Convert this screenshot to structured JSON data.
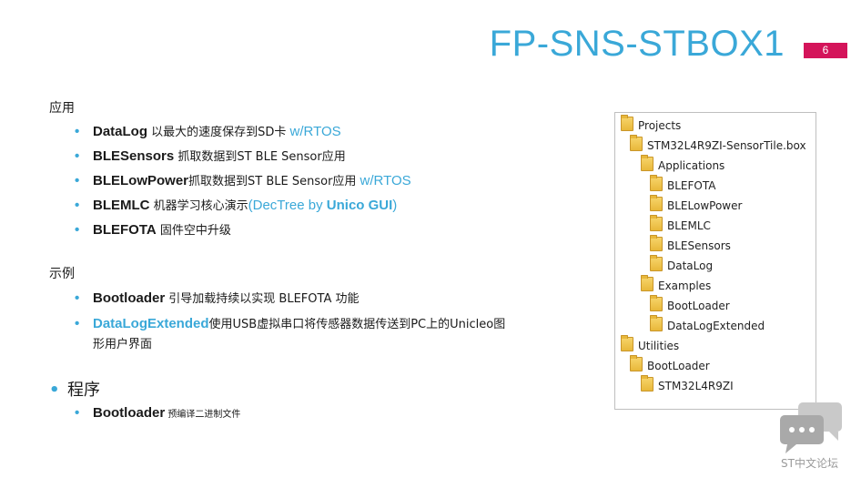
{
  "title": "FP-SNS-STBOX1",
  "page_number": "6",
  "sections": {
    "applications": {
      "heading": "应用",
      "items": [
        {
          "name": "DataLog",
          "desc": " 以最大的速度保存到SD卡 ",
          "extra": "w/RTOS"
        },
        {
          "name": "BLESensors",
          "desc": " 抓取数据到ST BLE Sensor应用",
          "extra": ""
        },
        {
          "name": "BLELowPower",
          "desc": "抓取数据到ST BLE Sensor应用 ",
          "extra": "w/RTOS"
        },
        {
          "name": "BLEMLC",
          "desc": " 机器学习核心演示",
          "extra_pre": "(DecTree by ",
          "extra_bold": "Unico GUI",
          "extra_post": ")"
        },
        {
          "name": "BLEFOTA",
          "desc": " 固件空中升级",
          "extra": ""
        }
      ]
    },
    "examples": {
      "heading": "示例",
      "items": [
        {
          "name": "Bootloader",
          "desc": " 引导加载持续以实现 BLEFOTA 功能"
        },
        {
          "name": "DataLogExtended",
          "desc": "使用USB虚拟串口将传感器数据传送到PC上的Unicleo图",
          "desc2": "形用户界面"
        }
      ]
    },
    "programs": {
      "heading": "程序",
      "items": [
        {
          "name": "Bootloader",
          "desc": " 预编译二进制文件"
        }
      ]
    }
  },
  "tree": {
    "nodes": [
      {
        "label": "Projects",
        "level": 0
      },
      {
        "label": "STM32L4R9ZI-SensorTile.box",
        "level": 1
      },
      {
        "label": "Applications",
        "level": 2
      },
      {
        "label": "BLEFOTA",
        "level": 3
      },
      {
        "label": "BLELowPower",
        "level": 3
      },
      {
        "label": "BLEMLC",
        "level": 3
      },
      {
        "label": "BLESensors",
        "level": 3
      },
      {
        "label": "DataLog",
        "level": 3
      },
      {
        "label": "Examples",
        "level": 2
      },
      {
        "label": "BootLoader",
        "level": 3
      },
      {
        "label": "DataLogExtended",
        "level": 3
      },
      {
        "label": "Utilities",
        "level": 0
      },
      {
        "label": "BootLoader",
        "level": 1
      },
      {
        "label": "STM32L4R9ZI",
        "level": 2
      }
    ]
  },
  "logo": {
    "text": "ST中文论坛",
    "icon": "chat-bubbles-icon"
  },
  "colors": {
    "accent": "#3aa8d8",
    "page_badge": "#d4145a"
  }
}
